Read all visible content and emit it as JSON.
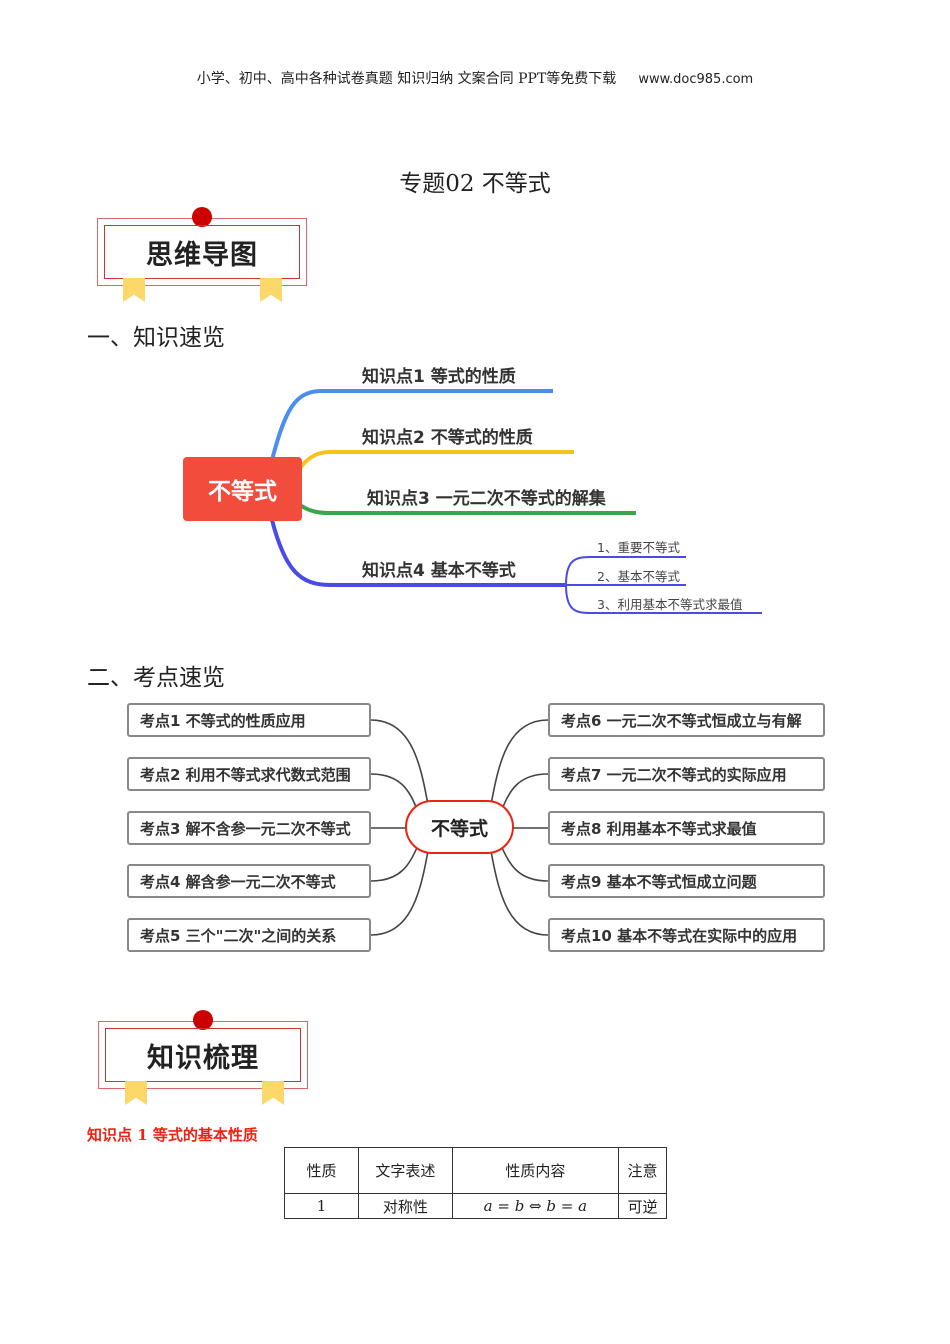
{
  "header": {
    "text": "小学、初中、高中各种试卷真题 知识归纳 文案合同 PPT等免费下载",
    "url": "www.doc985.com"
  },
  "title": "专题02  不等式",
  "badge1": "思维导图",
  "section1": "一、知识速览",
  "mindmap1": {
    "center": "不等式",
    "branches": [
      {
        "label": "知识点1  等式的性质",
        "color": "#4a8ef0"
      },
      {
        "label": "知识点2  不等式的性质",
        "color": "#f6c21c"
      },
      {
        "label": "知识点3  一元二次不等式的解集",
        "color": "#3aa64a"
      },
      {
        "label": "知识点4  基本不等式",
        "color": "#4a4ae8"
      }
    ],
    "sub_items": [
      "1、重要不等式",
      "2、基本不等式",
      "3、利用基本不等式求最值"
    ]
  },
  "section2": "二、考点速览",
  "mindmap2": {
    "center": "不等式",
    "left": [
      "考点1  不等式的性质应用",
      "考点2  利用不等式求代数式范围",
      "考点3  解不含参一元二次不等式",
      "考点4  解含参一元二次不等式",
      "考点5  三个\"二次\"之间的关系"
    ],
    "right": [
      "考点6  一元二次不等式恒成立与有解",
      "考点7  一元二次不等式的实际应用",
      "考点8  利用基本不等式求最值",
      "考点9  基本不等式恒成立问题",
      "考点10  基本不等式在实际中的应用"
    ]
  },
  "badge2": "知识梳理",
  "kp1_heading": "知识点 1  等式的基本性质",
  "table": {
    "headers": [
      "性质",
      "文字表述",
      "性质内容",
      "注意"
    ],
    "rows": [
      [
        "1",
        "对称性",
        "a = b ⇔ b = a",
        "可逆"
      ]
    ]
  }
}
